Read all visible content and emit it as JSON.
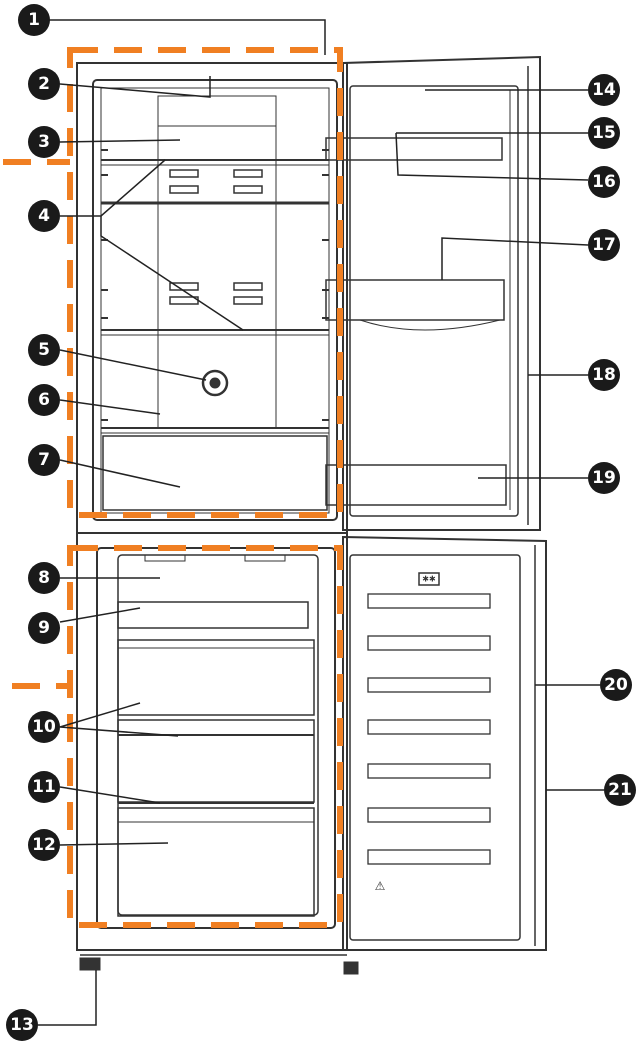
{
  "callouts": [
    {
      "id": "c1",
      "label": "1"
    },
    {
      "id": "c2",
      "label": "2"
    },
    {
      "id": "c3",
      "label": "3"
    },
    {
      "id": "c4",
      "label": "4"
    },
    {
      "id": "c5",
      "label": "5"
    },
    {
      "id": "c6",
      "label": "6"
    },
    {
      "id": "c7",
      "label": "7"
    },
    {
      "id": "c8",
      "label": "8"
    },
    {
      "id": "c9",
      "label": "9"
    },
    {
      "id": "c10",
      "label": "10"
    },
    {
      "id": "c11",
      "label": "11"
    },
    {
      "id": "c12",
      "label": "12"
    },
    {
      "id": "c13",
      "label": "13"
    },
    {
      "id": "c14",
      "label": "14"
    },
    {
      "id": "c15",
      "label": "15"
    },
    {
      "id": "c16",
      "label": "16"
    },
    {
      "id": "c17",
      "label": "17"
    },
    {
      "id": "c18",
      "label": "18"
    },
    {
      "id": "c19",
      "label": "19"
    },
    {
      "id": "c20",
      "label": "20"
    },
    {
      "id": "c21",
      "label": "21"
    }
  ],
  "colors": {
    "callout_fill": "#1a1a1a",
    "callout_text": "#ffffff",
    "zone_outline": "#f07f22",
    "line_art": "#333333"
  },
  "icons": {
    "freezer_display": "snowflake-stars-icon",
    "freezer_warning": "warning-icon"
  }
}
